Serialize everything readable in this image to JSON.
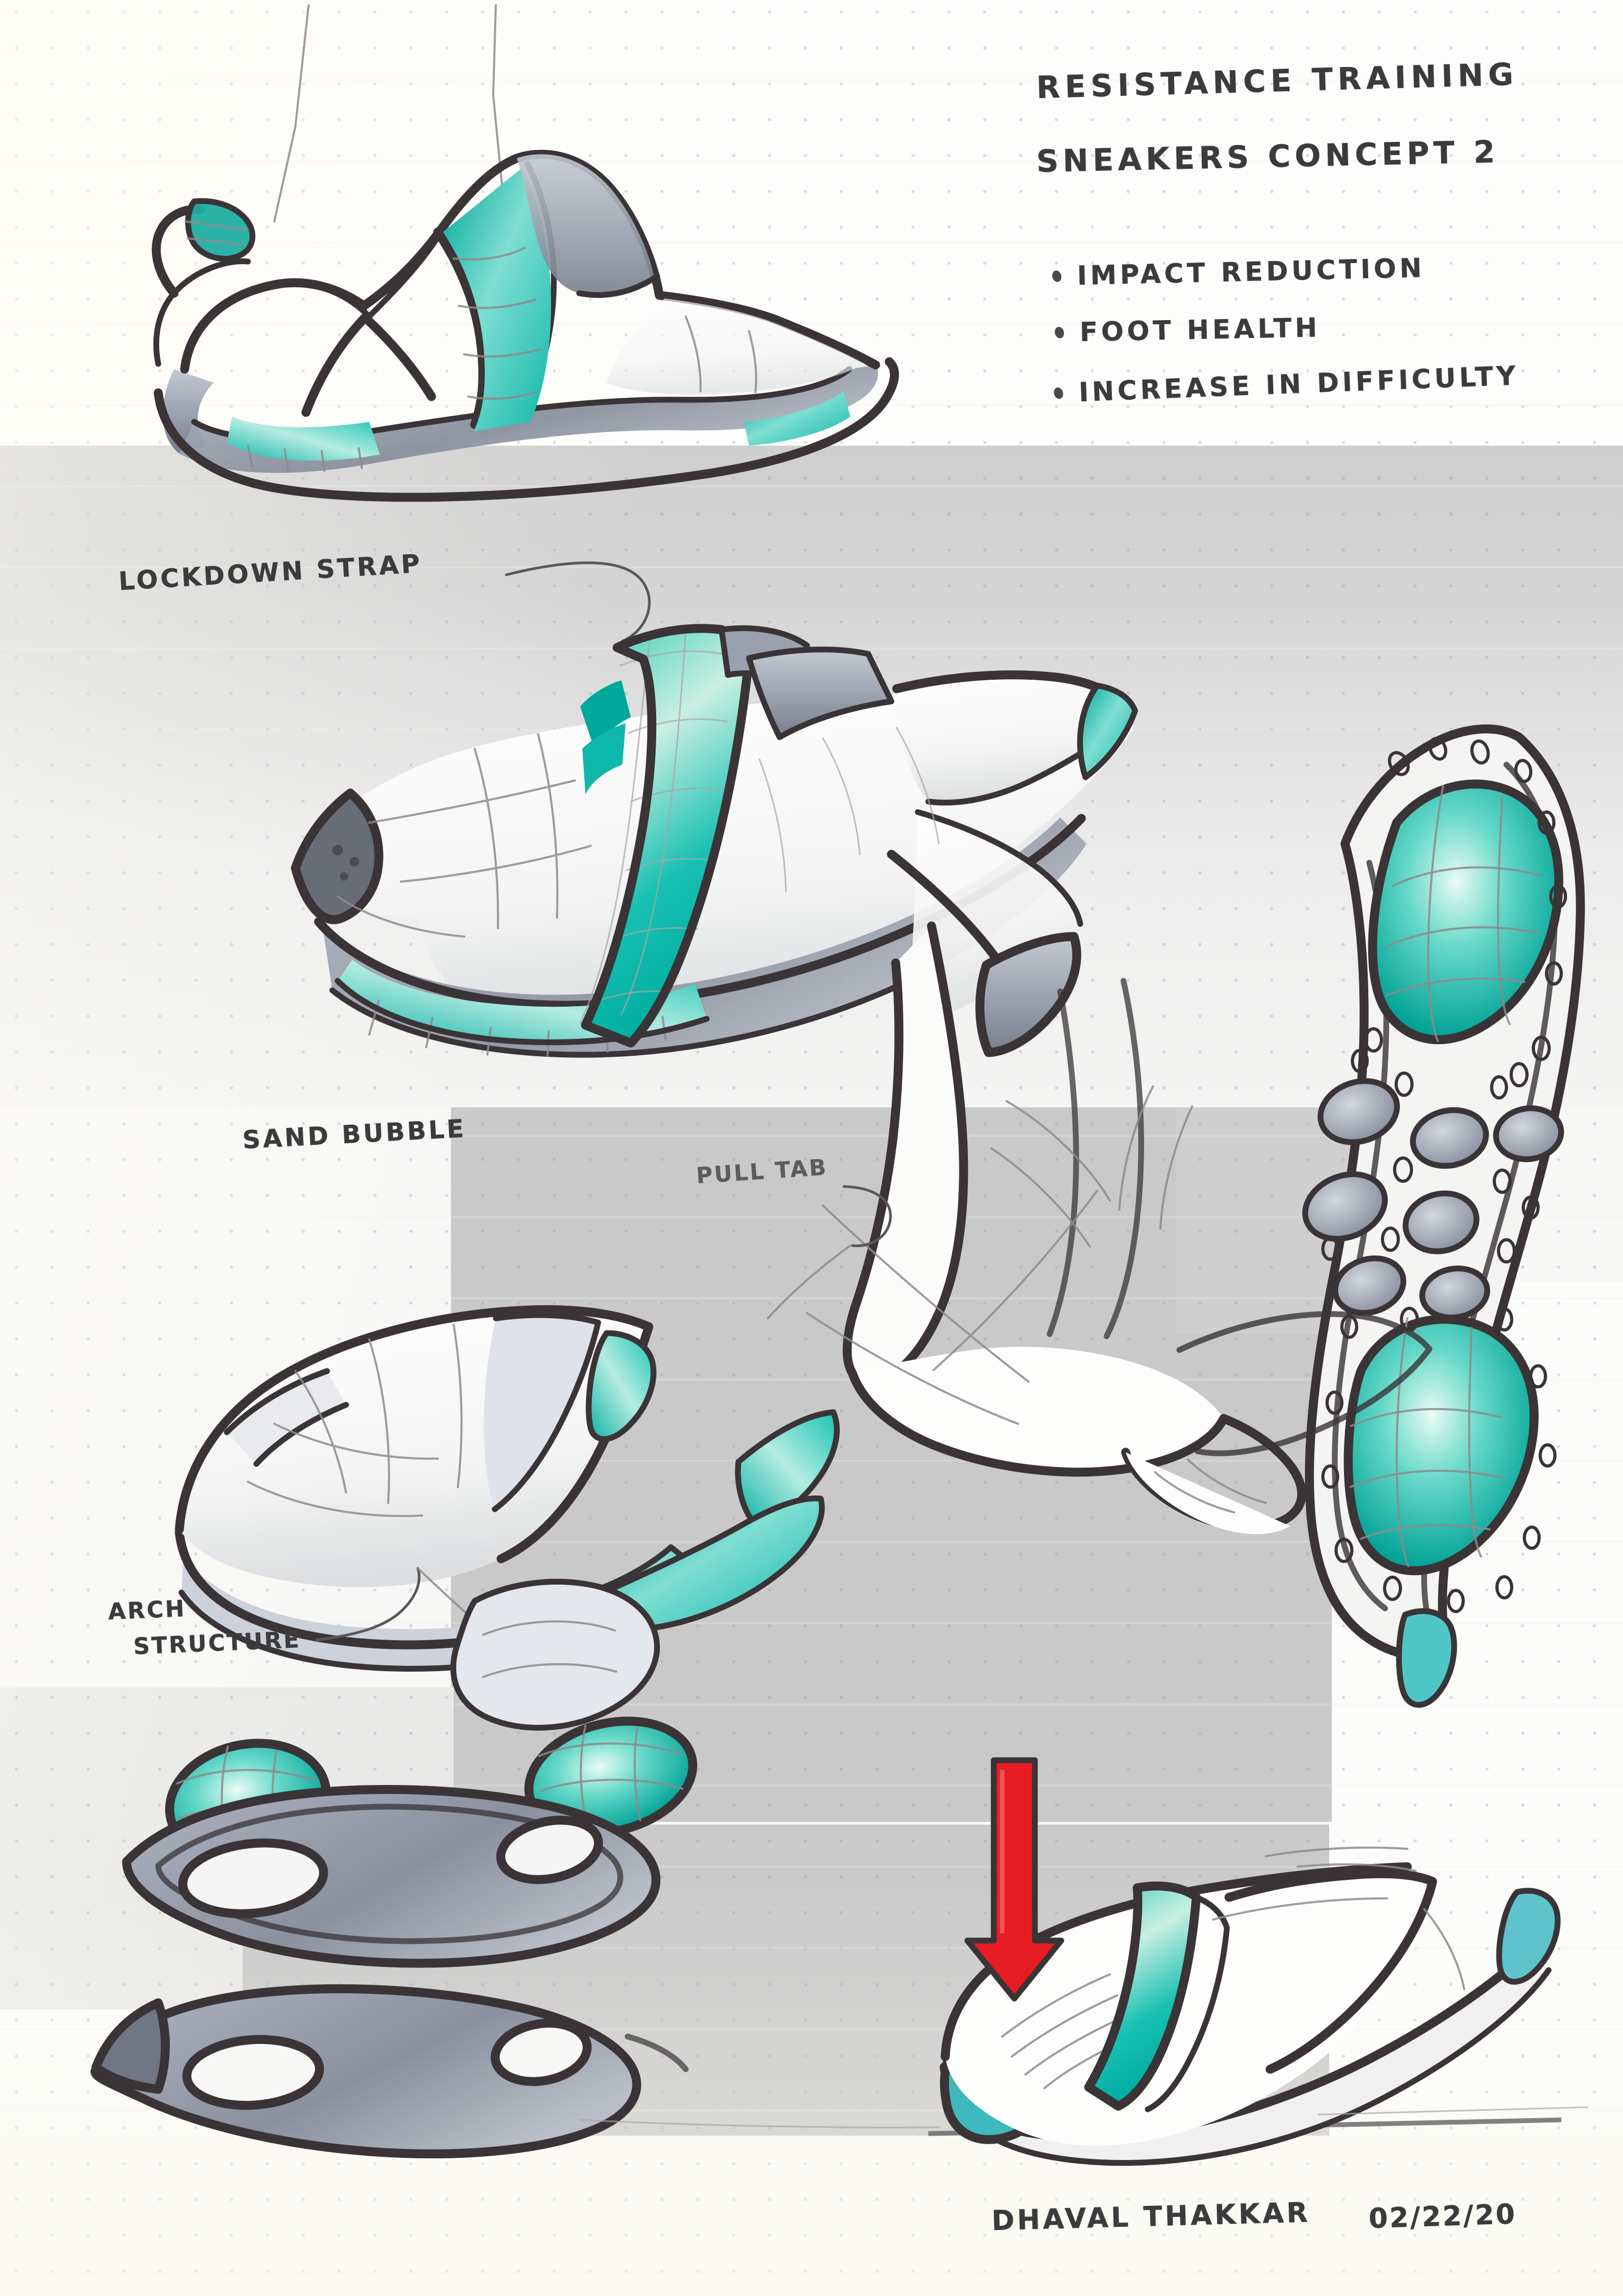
{
  "document": {
    "kind": "industrial-design-sketch-sheet",
    "title_line_1": "RESISTANCE TRAINING",
    "title_line_2": "SNEAKERS CONCEPT 2"
  },
  "goals": {
    "bullets": [
      {
        "label": "IMPACT REDUCTION"
      },
      {
        "label": "FOOT HEALTH"
      },
      {
        "label": "INCREASE IN DIFFICULTY"
      }
    ]
  },
  "callouts": [
    {
      "id": "lockdown-strap",
      "label": "LOCKDOWN STRAP"
    },
    {
      "id": "sand-bubble",
      "label": "SAND BUBBLE"
    },
    {
      "id": "pull-tab",
      "label": "PULL TAB"
    },
    {
      "id": "arch-structure",
      "label_line_1": "ARCH",
      "label_line_2": "STRUCTURE"
    }
  ],
  "signature": {
    "author": "DHAVAL THAKKAR",
    "date": "02/22/20"
  },
  "palette": {
    "ink": "#3a3436",
    "pencil": "#8d8b8c",
    "teal": "#16bdb0",
    "teal_deep": "#00a79b",
    "teal_light": "#8fe0d8",
    "slate": "#9aa0ae",
    "slate_dark": "#6f7684",
    "paper": "#fcfcfa",
    "panel_gray": "#c9c9c9",
    "impact_arrow_red": "#e51c24"
  },
  "views": [
    {
      "id": "side-profile-thumb",
      "name": "side profile sneaker sketch"
    },
    {
      "id": "hero-three-quarter",
      "name": "hero three-quarter sneaker with lockdown strap"
    },
    {
      "id": "outsole-plan",
      "name": "outsole bottom view with sand bubble pods"
    },
    {
      "id": "low-profile-side",
      "name": "low profile slip-on side view with pull tab"
    },
    {
      "id": "exploded-components",
      "name": "exploded arch structure and bubble components"
    },
    {
      "id": "leg-wearing",
      "name": "leg and foot wearing the sneaker"
    },
    {
      "id": "impact-view",
      "name": "shoe under downward impact load with red arrow"
    }
  ]
}
